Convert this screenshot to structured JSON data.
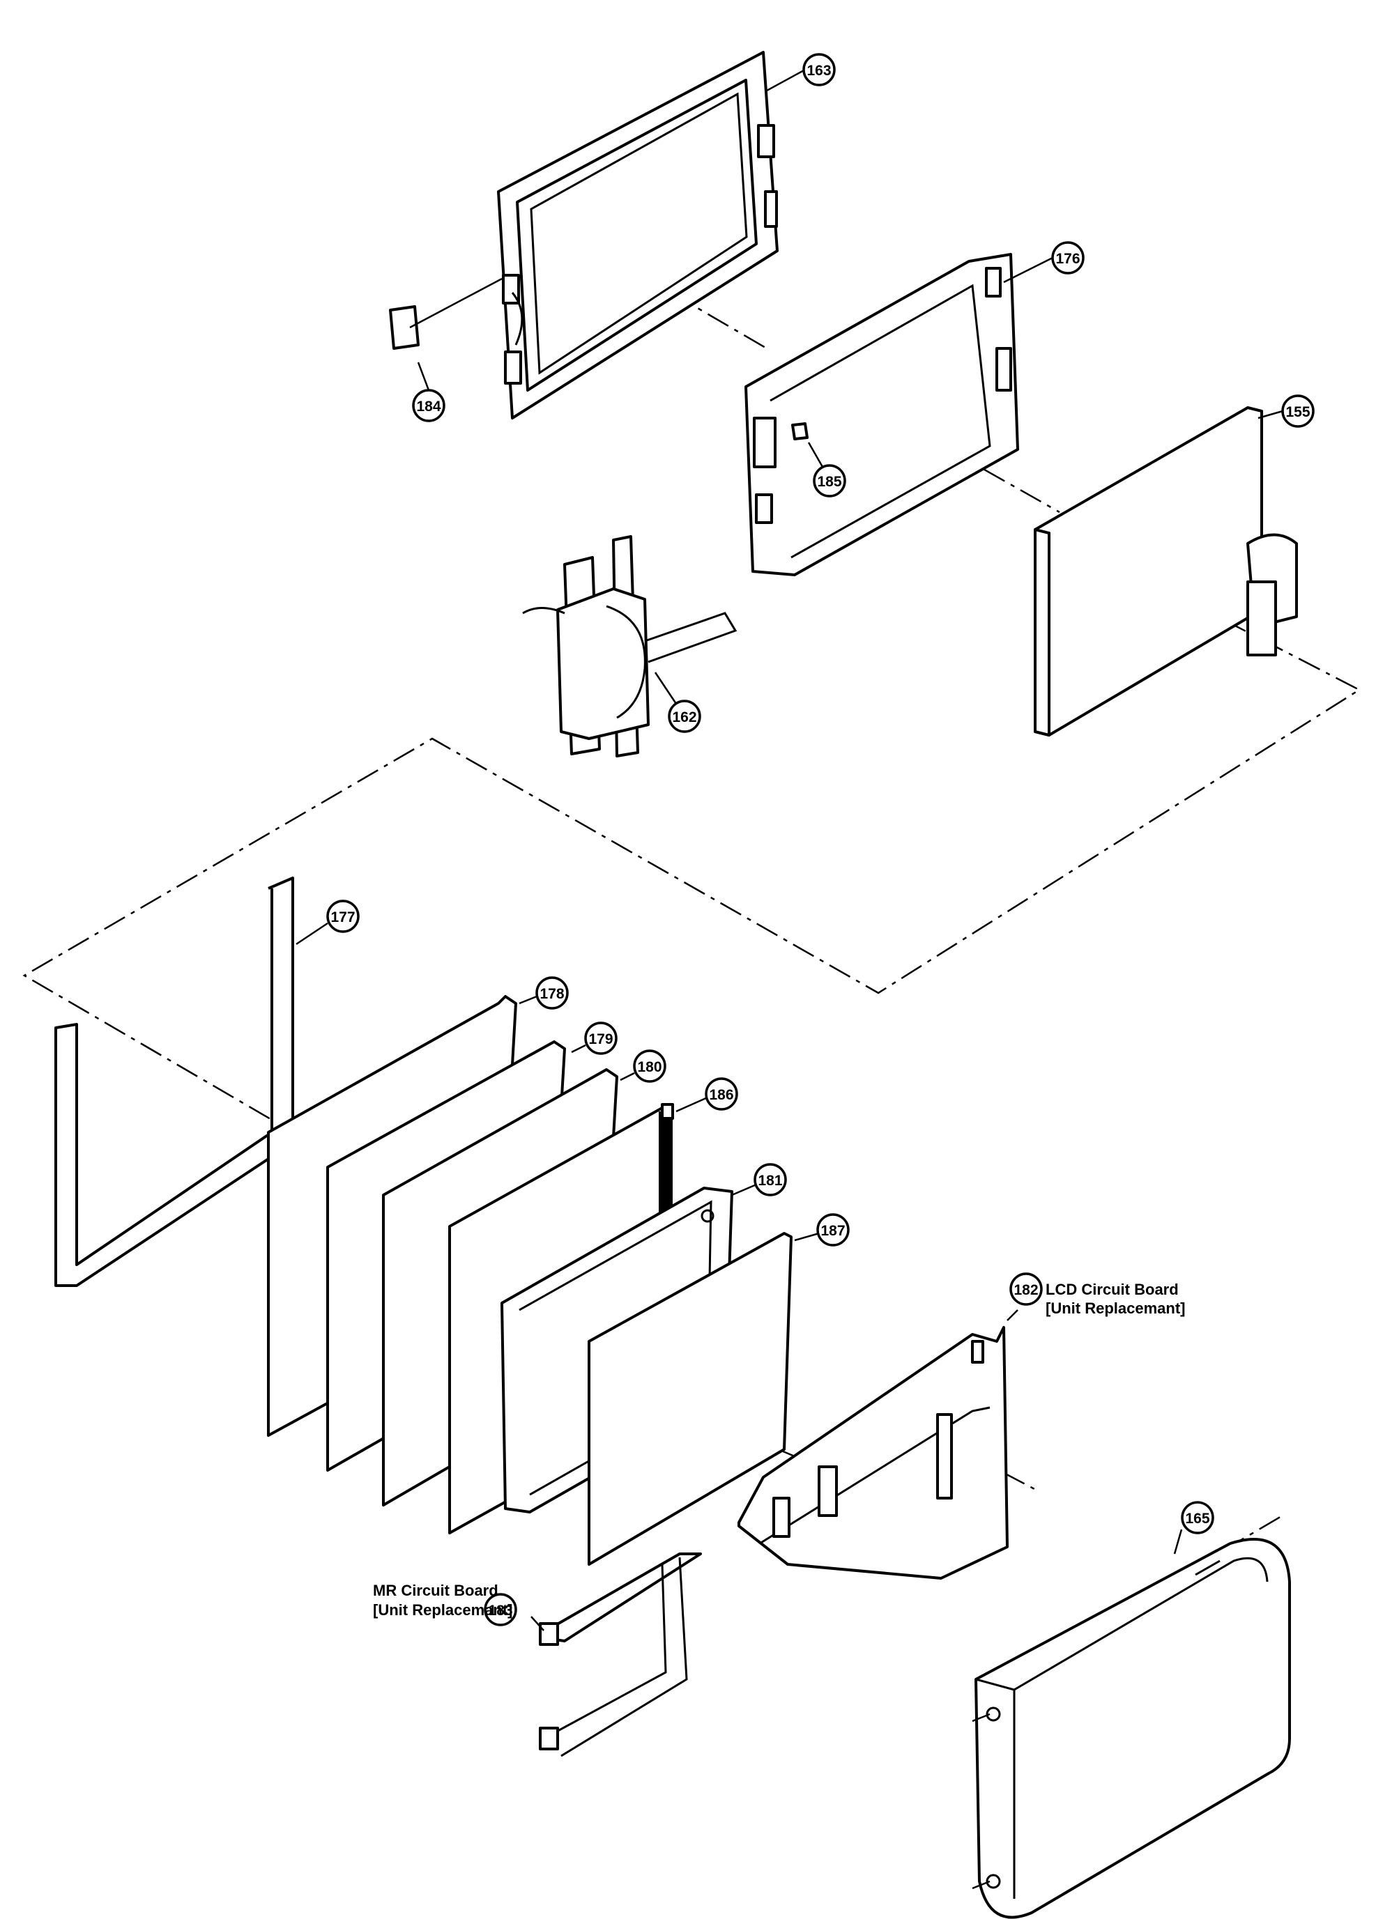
{
  "colors": {
    "line": "#000000",
    "background": "#ffffff"
  },
  "parts": {
    "p163": "163",
    "p176": "176",
    "p184": "184",
    "p185": "185",
    "p155": "155",
    "p162": "162",
    "p177": "177",
    "p178": "178",
    "p179": "179",
    "p180": "180",
    "p186": "186",
    "p181": "181",
    "p187": "187",
    "p182": "182",
    "p165": "165",
    "p183": "183"
  },
  "labels": {
    "lcd_line1": "LCD Circuit Board",
    "lcd_line2": "[Unit Replacemant]",
    "mr_line1": "MR Circuit Board",
    "mr_line2": "[Unit Replacemant]"
  }
}
